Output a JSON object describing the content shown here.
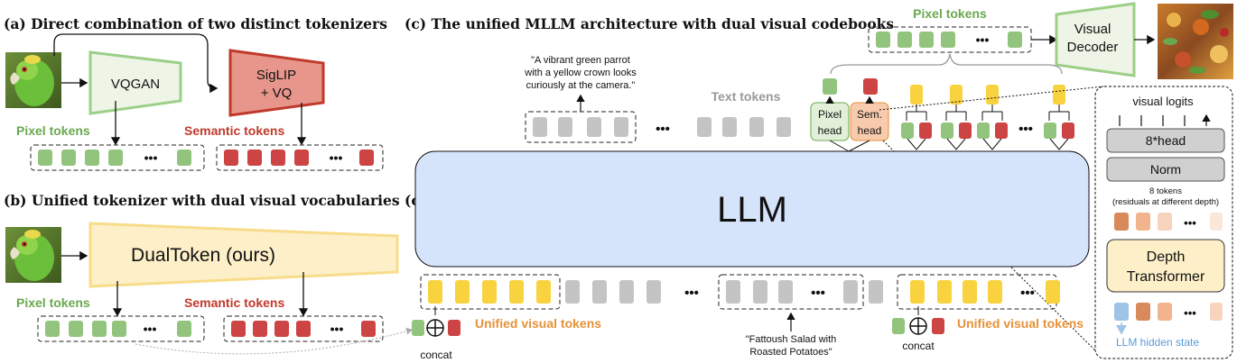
{
  "panel_a": {
    "title": "(a) Direct combination of two distinct tokenizers",
    "vqgan_label": "VQGAN",
    "siglip_label_1": "SigLIP",
    "siglip_label_2": "+ VQ",
    "pixel_tokens_label": "Pixel tokens",
    "semantic_tokens_label": "Semantic tokens"
  },
  "panel_b": {
    "title": "(b) Unified tokenizer with dual visual vocabularies (ours)",
    "dualtoken_label": "DualToken (ours)",
    "pixel_tokens_label": "Pixel tokens",
    "semantic_tokens_label": "Semantic tokens"
  },
  "panel_c": {
    "title": "(c) The unified MLLM architecture with dual visual codebooks",
    "pixel_tokens_label": "Pixel tokens",
    "visual_decoder_line1": "Visual",
    "visual_decoder_line2": "Decoder",
    "text_tokens_label": "Text tokens",
    "caption_top_1": "\"A vibrant green parrot",
    "caption_top_2": "with a yellow crown looks",
    "caption_top_3": "curiously at the camera.\"",
    "pixel_head_1": "Pixel",
    "pixel_head_2": "head",
    "sem_head_1": "Sem.",
    "sem_head_2": "head",
    "llm_label": "LLM",
    "unified_visual_tokens_1": "Unified visual tokens",
    "unified_visual_tokens_2": "Unified visual tokens",
    "caption_bottom_1": "\"Fattoush Salad with",
    "caption_bottom_2": "Roasted Potatoes\"",
    "concat_1": "concat",
    "concat_2": "concat",
    "ellipsis": "•••"
  },
  "depth_panel": {
    "visual_logits": "visual logits",
    "head_label": "8*head",
    "norm_label": "Norm",
    "tokens_note_1": "8 tokens",
    "tokens_note_2": "(residuals at different depth)",
    "depth_transformer_1": "Depth",
    "depth_transformer_2": "Transformer",
    "llm_hidden_state": "LLM hidden state"
  },
  "colors": {
    "green_token": "#93c47d",
    "red_token": "#cc4444",
    "gray_token": "#c4c4c4",
    "yellow_token": "#f9d33f",
    "pixel_label_green": "#6aa84f",
    "semantic_label_red": "#c0392b",
    "orange_label": "#e69138",
    "llm_fill": "#d6e4fb",
    "dualtoken_fill": "#fdefc8",
    "siglip_fill": "#e8968c",
    "blue_label": "#5b9bd5"
  }
}
